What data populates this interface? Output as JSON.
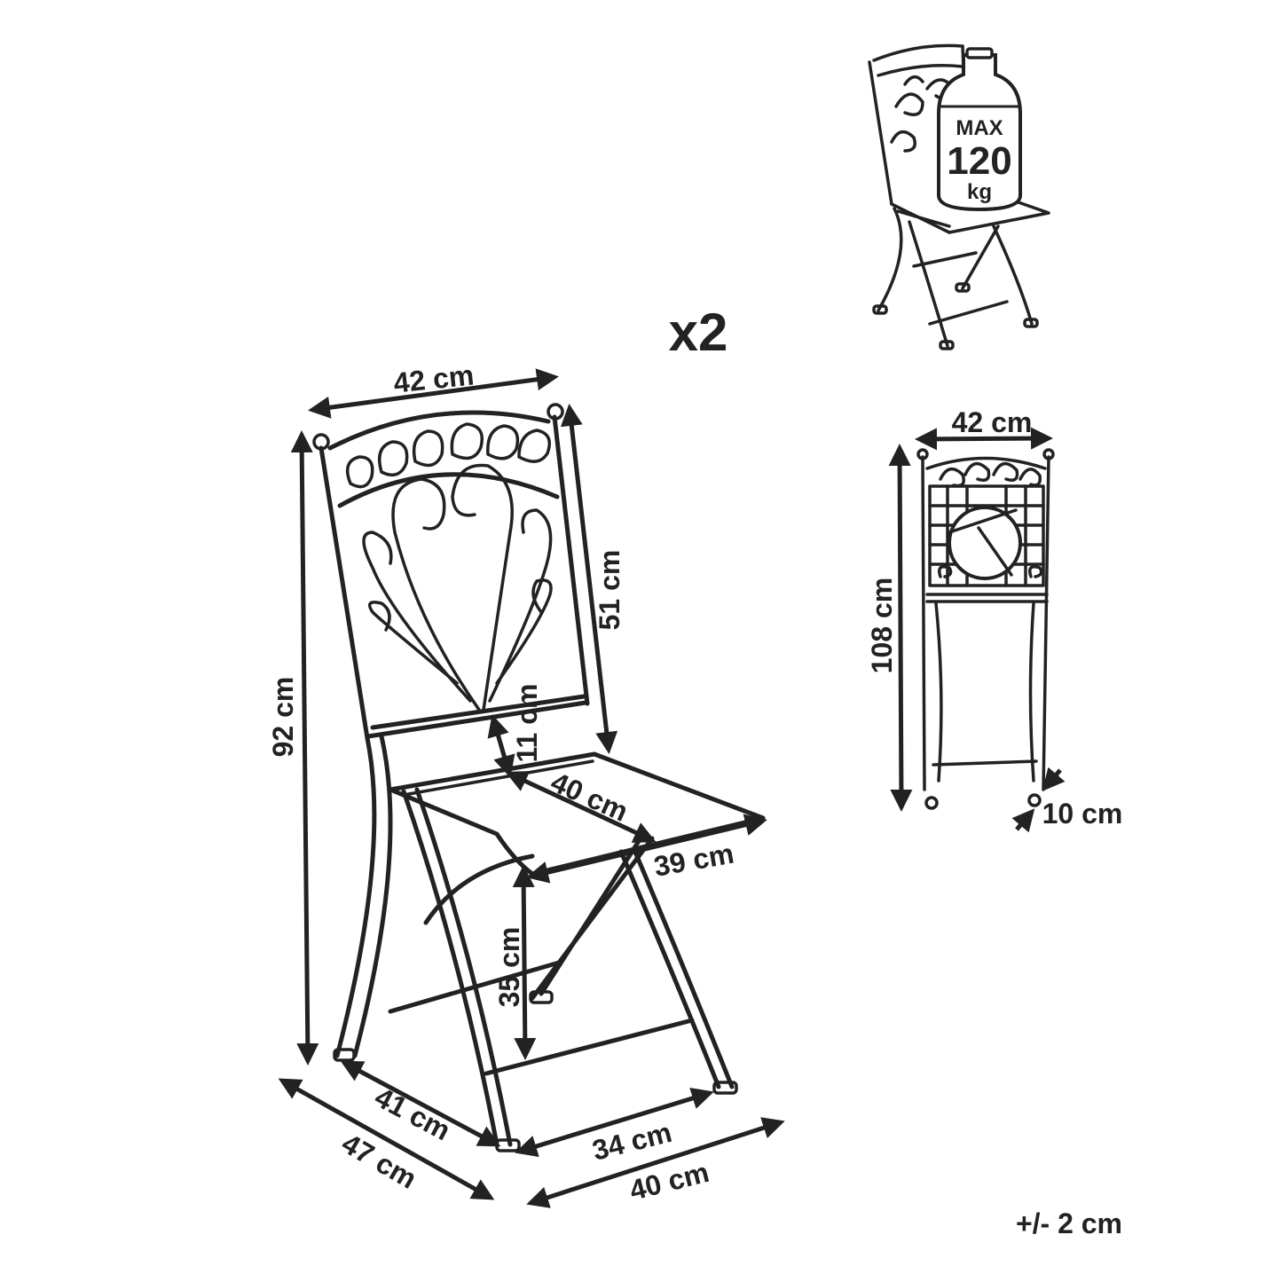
{
  "quantity": "x2",
  "tolerance": "+/- 2 cm",
  "load_badge": {
    "line1": "MAX",
    "line2": "120",
    "line3": "kg"
  },
  "main_view": {
    "width_top": "42 cm",
    "total_height": "92 cm",
    "backrest_height": "51 cm",
    "rear_gap": "11 cm",
    "seat_depth": "40 cm",
    "seat_width": "39 cm",
    "seat_height": "35 cm",
    "foot_depth_inner": "41 cm",
    "foot_depth_outer": "47 cm",
    "foot_width_inner": "34 cm",
    "foot_width_outer": "40 cm"
  },
  "folded_view": {
    "width": "42 cm",
    "height": "108 cm",
    "thickness": "10 cm"
  },
  "colors": {
    "ink": "#222222",
    "background": "#ffffff"
  }
}
